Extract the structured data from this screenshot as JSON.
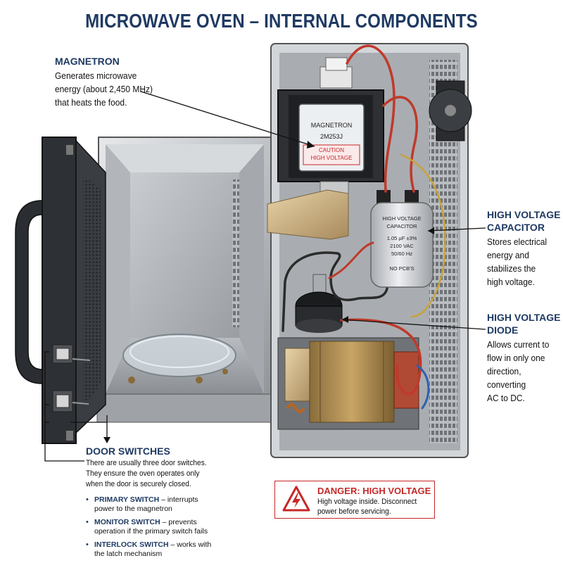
{
  "title": "MICROWAVE OVEN – INTERNAL COMPONENTS",
  "magnetron": {
    "heading": "MAGNETRON",
    "desc_lines": [
      "Generates microwave",
      "energy (about 2,450 MHz)",
      "that heats the food."
    ],
    "plate_line1": "MAGNETRON",
    "plate_line2": "2M253J",
    "caution_line1": "CAUTION",
    "caution_line2": "HIGH VOLTAGE"
  },
  "capacitor": {
    "heading_lines": [
      "HIGH VOLTAGE",
      "CAPACITOR"
    ],
    "desc_lines": [
      "Stores electrical",
      "energy and",
      "stabilizes the",
      "high voltage."
    ],
    "can_lines": [
      "HIGH VOLTAGE",
      "CAPACITOR",
      "1.05 µF ±3%",
      "2100 VAC",
      "50/60 Hz",
      "NO PCB'S"
    ]
  },
  "diode": {
    "heading_lines": [
      "HIGH VOLTAGE",
      "DIODE"
    ],
    "desc_lines": [
      "Allows current to",
      "flow in only one",
      "direction, converting",
      "AC to DC."
    ]
  },
  "door_switches": {
    "heading": "DOOR SWITCHES",
    "desc_lines": [
      "There are usually three door switches.",
      "They ensure the oven operates only",
      "when the door is securely closed."
    ],
    "items": [
      {
        "name": "PRIMARY SWITCH",
        "desc": " – interrupts power to the magnetron"
      },
      {
        "name": "MONITOR SWITCH",
        "desc": " – prevents operation if the primary switch fails"
      },
      {
        "name": "INTERLOCK SWITCH",
        "desc": " – works with the latch mechanism"
      }
    ]
  },
  "danger": {
    "title": "DANGER: HIGH VOLTAGE",
    "text": "High voltage inside. Disconnect power before servicing."
  },
  "colors": {
    "heading": "#1f3a63",
    "danger": "#c62828",
    "wire": "#c0392b"
  }
}
